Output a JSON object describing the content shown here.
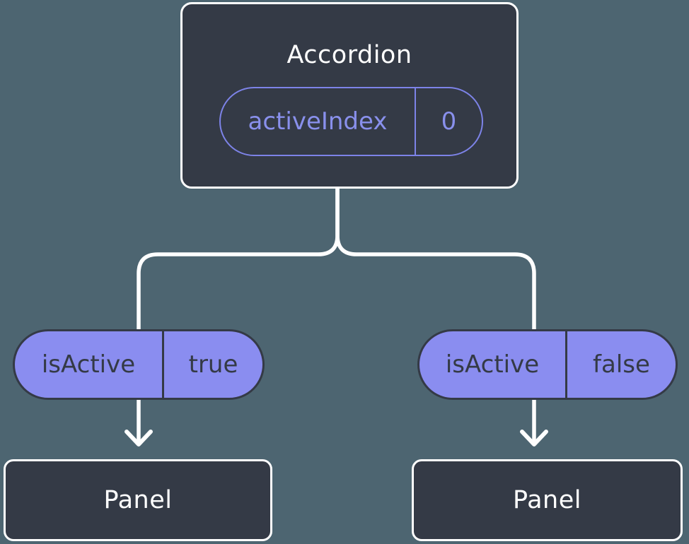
{
  "colors": {
    "background": "#4D6571",
    "node_fill": "#343A46",
    "node_border": "#FFFFFF",
    "connector": "#FFFFFF",
    "prop_pill_outline": "#7D83E8",
    "prop_pill_text": "#8990EC",
    "state_pill_fill": "#8A8DF0",
    "state_pill_text": "#343A46"
  },
  "root_node": {
    "title": "Accordion",
    "prop_pill": {
      "name": "activeIndex",
      "value": "0"
    }
  },
  "left_branch": {
    "state_pill": {
      "name": "isActive",
      "value": "true"
    },
    "node": {
      "title": "Panel"
    }
  },
  "right_branch": {
    "state_pill": {
      "name": "isActive",
      "value": "false"
    },
    "node": {
      "title": "Panel"
    }
  }
}
